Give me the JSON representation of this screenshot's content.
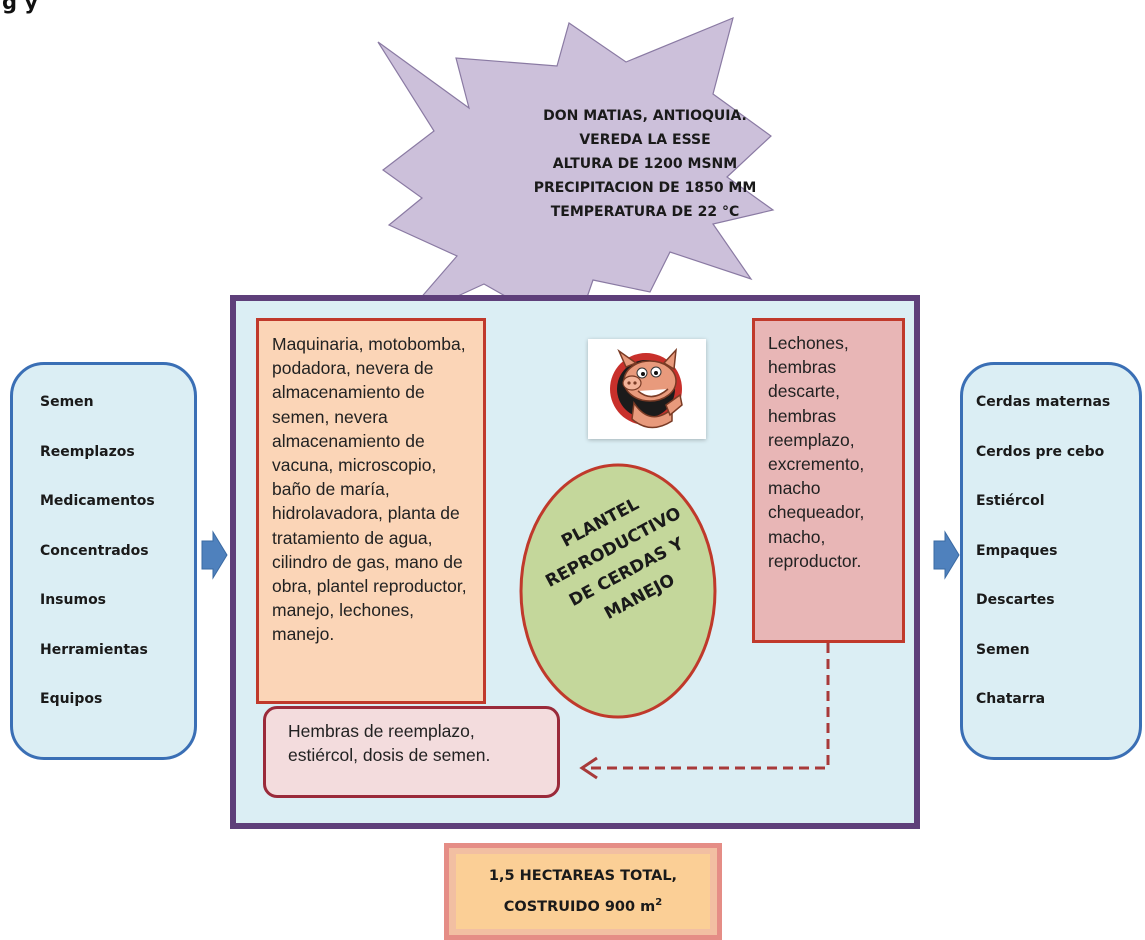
{
  "caption_fragment": "g                                                                                                          y",
  "star": {
    "lines": [
      "DON MATIAS, ANTIOQUIA.",
      "VEREDA LA ESSE",
      "ALTURA DE 1200  MSNM",
      "PRECIPITACION DE  1850  MM",
      "TEMPERATURA DE 22 °C"
    ],
    "fill": "#ccc0da"
  },
  "inputs": {
    "items": [
      "Semen",
      "Reemplazos",
      "Medicamentos",
      "Concentrados",
      "Insumos",
      "Herramientas",
      "Equipos"
    ]
  },
  "outputs": {
    "items": [
      "Cerdas maternas",
      "Cerdos pre cebo",
      "Estiércol",
      "Empaques",
      "Descartes",
      "Semen",
      "Chatarra"
    ]
  },
  "resources_text": "Maquinaria, motobomba, podadora, nevera de almacenamiento de semen, nevera almacenamiento de vacuna, microscopio, baño de maría, hidrolavadora, planta de tratamiento de agua, cilindro de gas, mano de obra, plantel reproductor, manejo, lechones, manejo.",
  "animals_text": "Lechones, hembras descarte, hembras reemplazo, excremento, macho chequeador, macho, reproductor.",
  "recycle_text": "Hembras de reemplazo, estiércol, dosis de semen.",
  "center_label": [
    "PLANTEL",
    "REPRODUCTIVO",
    "DE CERDAS Y",
    "MANEJO"
  ],
  "area": {
    "line1": "1,5 HECTAREAS TOTAL,",
    "line2": "COSTRUIDO 900 m",
    "superscript": "2"
  },
  "colors": {
    "frame": "#5e3f7a",
    "panel": "#dbeef4",
    "arrow": "#4f81bd",
    "oval": "#c4d79b",
    "oval_border": "#c0392b",
    "dashed": "#a83a3a"
  }
}
